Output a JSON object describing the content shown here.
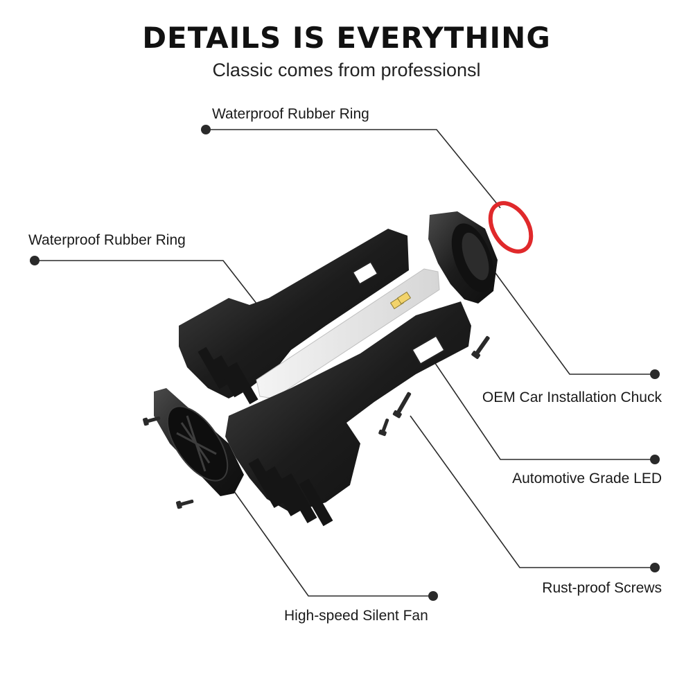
{
  "header": {
    "title": "DETAILS IS EVERYTHING",
    "subtitle": "Classic comes from professionsl"
  },
  "callouts": [
    {
      "id": "ring-top",
      "text": "Waterproof Rubber Ring"
    },
    {
      "id": "ring-left",
      "text": "Waterproof Rubber Ring"
    },
    {
      "id": "chuck",
      "text": "OEM Car Installation Chuck"
    },
    {
      "id": "led",
      "text": "Automotive Grade LED"
    },
    {
      "id": "screws",
      "text": "Rust-proof Screws"
    },
    {
      "id": "fan",
      "text": "High-speed Silent Fan"
    }
  ],
  "colors": {
    "metal": "#1b1b1b",
    "metal_highlight": "#3a3a3a",
    "pcb": "#e6e6e6",
    "rubber_ring": "#e0292b",
    "leader": "#2a2a2a",
    "chip": "#f2d36b"
  }
}
